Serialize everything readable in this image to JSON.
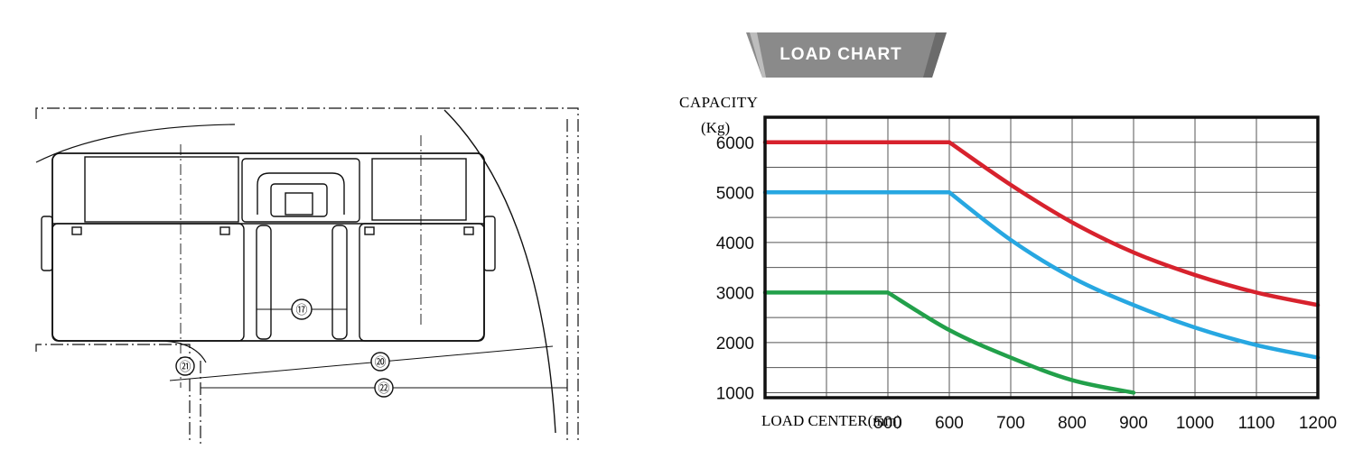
{
  "load_chart_tag": "LOAD CHART",
  "capacity_label": "CAPACITY",
  "capacity_unit": "(Kg)",
  "load_center_label": "LOAD CENTER(mm)",
  "dimension_callouts": [
    "⑰",
    "⑳",
    "㉑",
    "㉒"
  ],
  "colors": {
    "red": "#d7222d",
    "blue": "#27a7e1",
    "green": "#22a04a",
    "tag": "#8a8a8a"
  },
  "chart_data": {
    "type": "line",
    "title": "LOAD CHART",
    "xlabel": "LOAD CENTER(mm)",
    "ylabel": "CAPACITY (Kg)",
    "x_ticks": [
      500,
      600,
      700,
      800,
      900,
      1000,
      1100,
      1200
    ],
    "y_ticks": [
      1000,
      2000,
      3000,
      4000,
      5000,
      6000
    ],
    "xlim": [
      300,
      1200
    ],
    "ylim": [
      900,
      6500
    ],
    "grid": true,
    "series": [
      {
        "color": "#d7222d",
        "x": [
          300,
          600,
          700,
          800,
          900,
          1000,
          1100,
          1200
        ],
        "y": [
          6000,
          6000,
          5150,
          4400,
          3800,
          3350,
          3000,
          2750
        ]
      },
      {
        "color": "#27a7e1",
        "x": [
          300,
          600,
          700,
          800,
          900,
          1000,
          1100,
          1200
        ],
        "y": [
          5000,
          5000,
          4050,
          3300,
          2750,
          2300,
          1950,
          1700
        ]
      },
      {
        "color": "#22a04a",
        "x": [
          300,
          500,
          600,
          700,
          800,
          900
        ],
        "y": [
          3000,
          3000,
          2250,
          1700,
          1250,
          1000
        ]
      }
    ]
  }
}
